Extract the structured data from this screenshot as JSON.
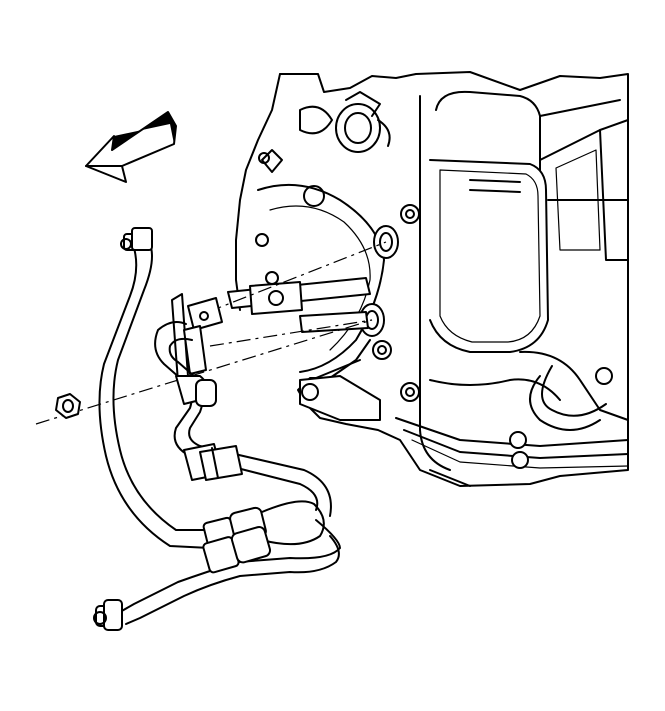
{
  "figure": {
    "kind": "exploded technical line drawing",
    "colors": {
      "line": "#000000",
      "background": "#ffffff"
    }
  },
  "parts": [
    {
      "id": "direction-arrow",
      "icon": "arrow-icon"
    },
    {
      "id": "transmission-housing"
    },
    {
      "id": "cooler-line-upper"
    },
    {
      "id": "cooler-line-lower"
    },
    {
      "id": "line-bracket"
    },
    {
      "id": "retaining-nut"
    },
    {
      "id": "bracket-bolt-upper"
    },
    {
      "id": "bracket-bolt-lower"
    }
  ]
}
